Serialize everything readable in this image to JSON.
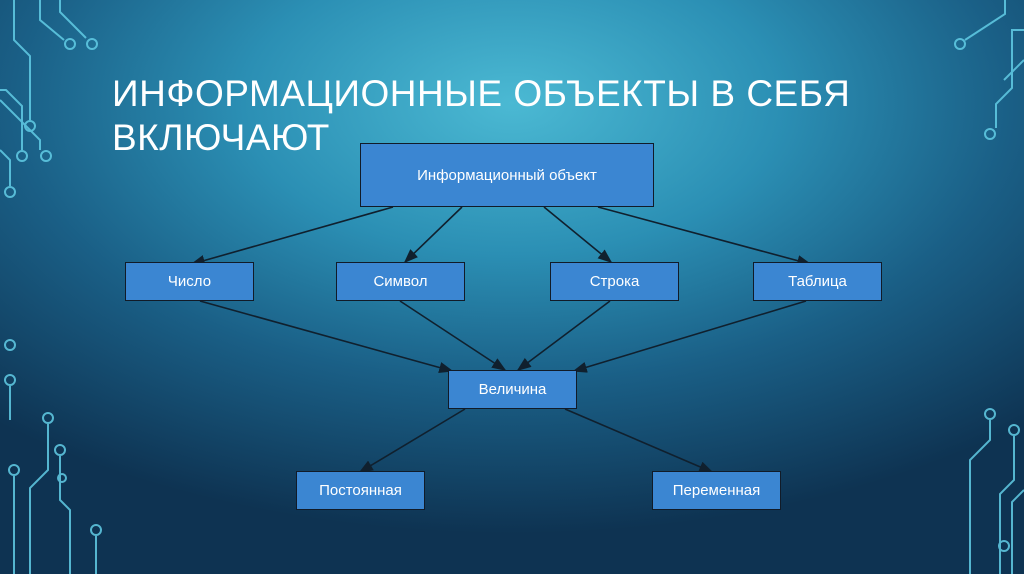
{
  "slide": {
    "title": "ИНФОРМАЦИОННЫЕ ОБЪЕКТЫ В СЕБЯ ВКЛЮЧАЮТ"
  },
  "diagram": {
    "nodes": {
      "root": "Информационный объект",
      "number": "Число",
      "symbol": "Символ",
      "string": "Строка",
      "table": "Таблица",
      "quantity": "Величина",
      "constant": "Постоянная",
      "variable": "Переменная"
    },
    "edges": [
      [
        "root",
        "number"
      ],
      [
        "root",
        "symbol"
      ],
      [
        "root",
        "string"
      ],
      [
        "root",
        "table"
      ],
      [
        "number",
        "quantity"
      ],
      [
        "symbol",
        "quantity"
      ],
      [
        "string",
        "quantity"
      ],
      [
        "table",
        "quantity"
      ],
      [
        "quantity",
        "constant"
      ],
      [
        "quantity",
        "variable"
      ]
    ],
    "colors": {
      "node_fill": "#3b86d2",
      "node_border": "#111b28",
      "edge": "#10202e"
    }
  }
}
